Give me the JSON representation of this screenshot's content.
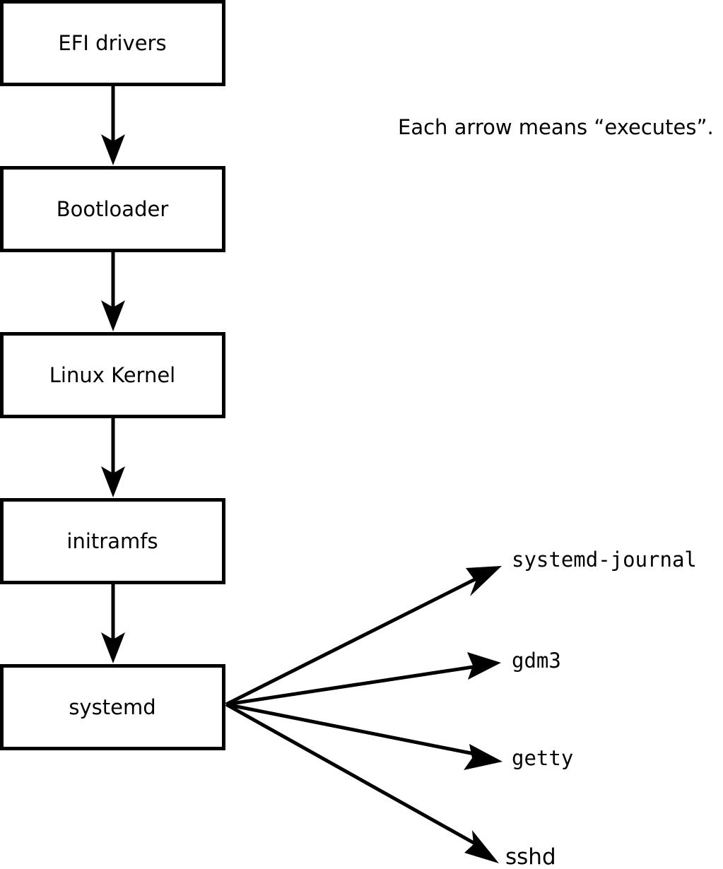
{
  "diagram": {
    "caption": "Each arrow means “executes”.",
    "boot_chain": [
      {
        "label": "EFI drivers"
      },
      {
        "label": "Bootloader"
      },
      {
        "label": "Linux Kernel"
      },
      {
        "label": "initramfs"
      },
      {
        "label": "systemd"
      }
    ],
    "services": [
      {
        "label": "systemd-journal"
      },
      {
        "label": "gdm3"
      },
      {
        "label": "getty"
      },
      {
        "label": "sshd"
      }
    ],
    "colors": {
      "stroke": "#000000",
      "fill": "#ffffff",
      "background": "#ffffff"
    }
  }
}
